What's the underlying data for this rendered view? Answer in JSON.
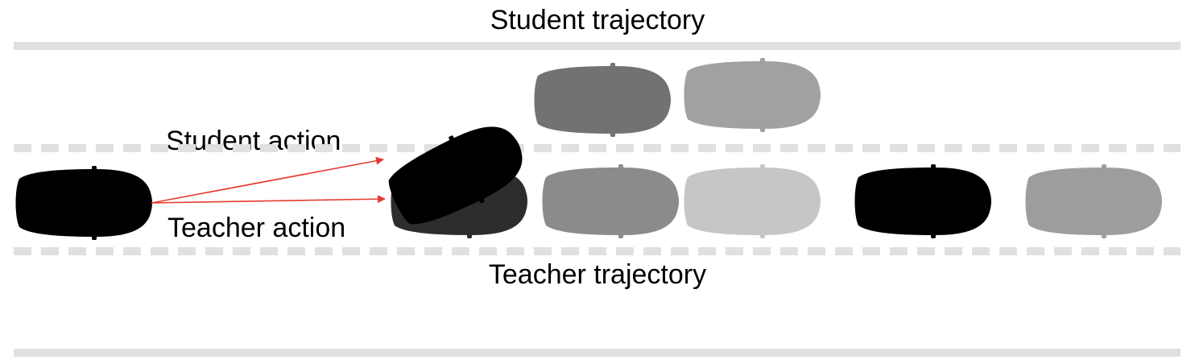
{
  "titles": {
    "student_trajectory": "Student trajectory",
    "teacher_trajectory": "Teacher trajectory"
  },
  "actions": {
    "student_action": "Student action",
    "teacher_action": "Teacher action"
  },
  "colors": {
    "road_line": "#e0e0e0",
    "arrow": "#e53b30",
    "car_blue": "#3f6fe6",
    "car_gray": "#5f5f5f"
  },
  "icons": {
    "car": "car-icon",
    "arrow": "arrow-icon"
  }
}
